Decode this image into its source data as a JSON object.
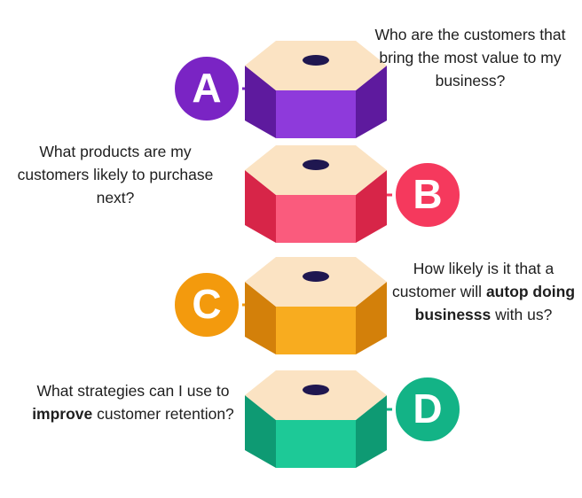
{
  "colors": {
    "top_face": "#FBE3C3",
    "hole": "#1F1750",
    "white": "#ffffff"
  },
  "items": [
    {
      "letter": "A",
      "color": "#7A24C4",
      "color_light": "#8E3ADB",
      "color_dark": "#5E1A9E",
      "question_parts": [
        {
          "text": "Who are the customers that bring the most value to my business?",
          "bold": false
        }
      ]
    },
    {
      "letter": "B",
      "color": "#F5395D",
      "color_light": "#FA5B7D",
      "color_dark": "#D72548",
      "question_parts": [
        {
          "text": "What products are my customers likely to purchase next?",
          "bold": false
        }
      ]
    },
    {
      "letter": "C",
      "color": "#F39A0D",
      "color_light": "#F8AC1F",
      "color_dark": "#D3800A",
      "question_parts": [
        {
          "text": "How likely is it that a customer will ",
          "bold": false
        },
        {
          "text": "autop doing businesss",
          "bold": true
        },
        {
          "text": " with us?",
          "bold": false
        }
      ]
    },
    {
      "letter": "D",
      "color": "#13B386",
      "color_light": "#1DC997",
      "color_dark": "#0E9A73",
      "question_parts": [
        {
          "text": "What strategies can I use to ",
          "bold": false
        },
        {
          "text": "improve",
          "bold": true
        },
        {
          "text": " customer retention?",
          "bold": false
        }
      ]
    }
  ]
}
